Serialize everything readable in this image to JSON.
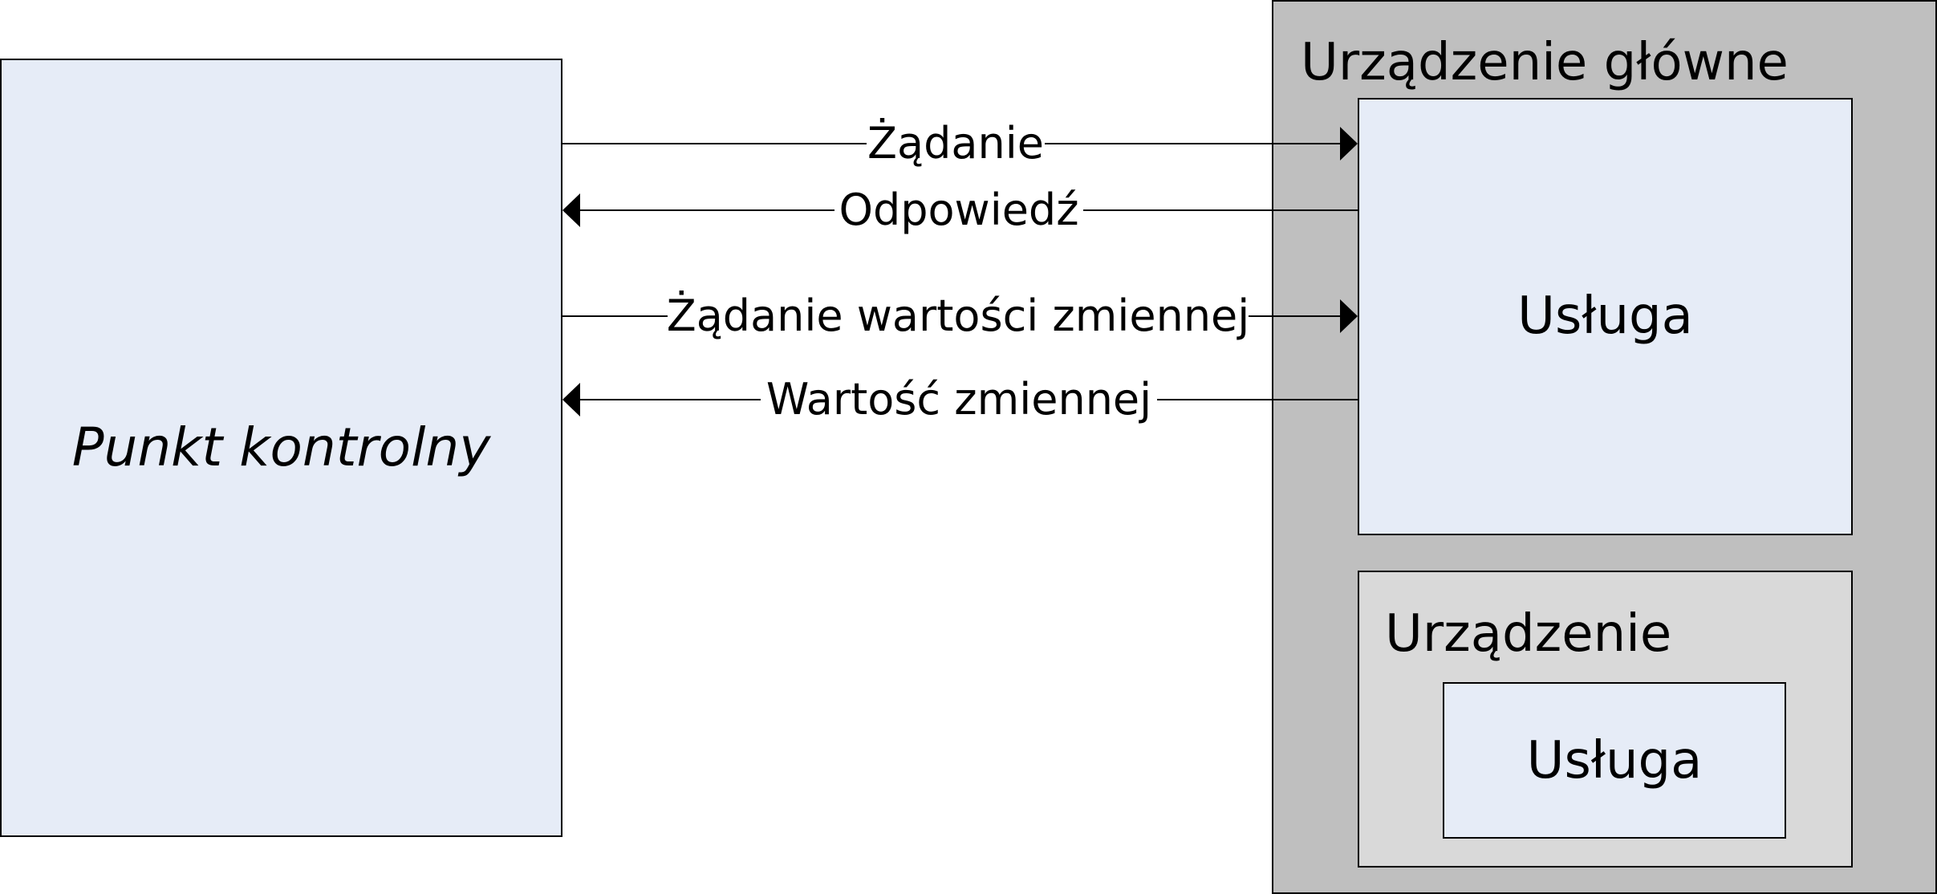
{
  "control_point": {
    "label": "Punkt kontrolny"
  },
  "root_device": {
    "title": "Urządzenie główne",
    "service": {
      "label": "Usługa"
    },
    "embedded_device": {
      "title": "Urządzenie",
      "service": {
        "label": "Usługa"
      }
    }
  },
  "messages": [
    {
      "label": "Żądanie",
      "direction": "to-device"
    },
    {
      "label": "Odpowiedź",
      "direction": "to-control-point"
    },
    {
      "label": "Żądanie wartości zmiennej",
      "direction": "to-device"
    },
    {
      "label": "Wartość zmiennej",
      "direction": "to-control-point"
    }
  ],
  "colors": {
    "box_fill": "#E6ECF7",
    "root_device_fill": "#BFBFBF",
    "embedded_device_fill": "#D9D9D9",
    "stroke": "#000000"
  }
}
